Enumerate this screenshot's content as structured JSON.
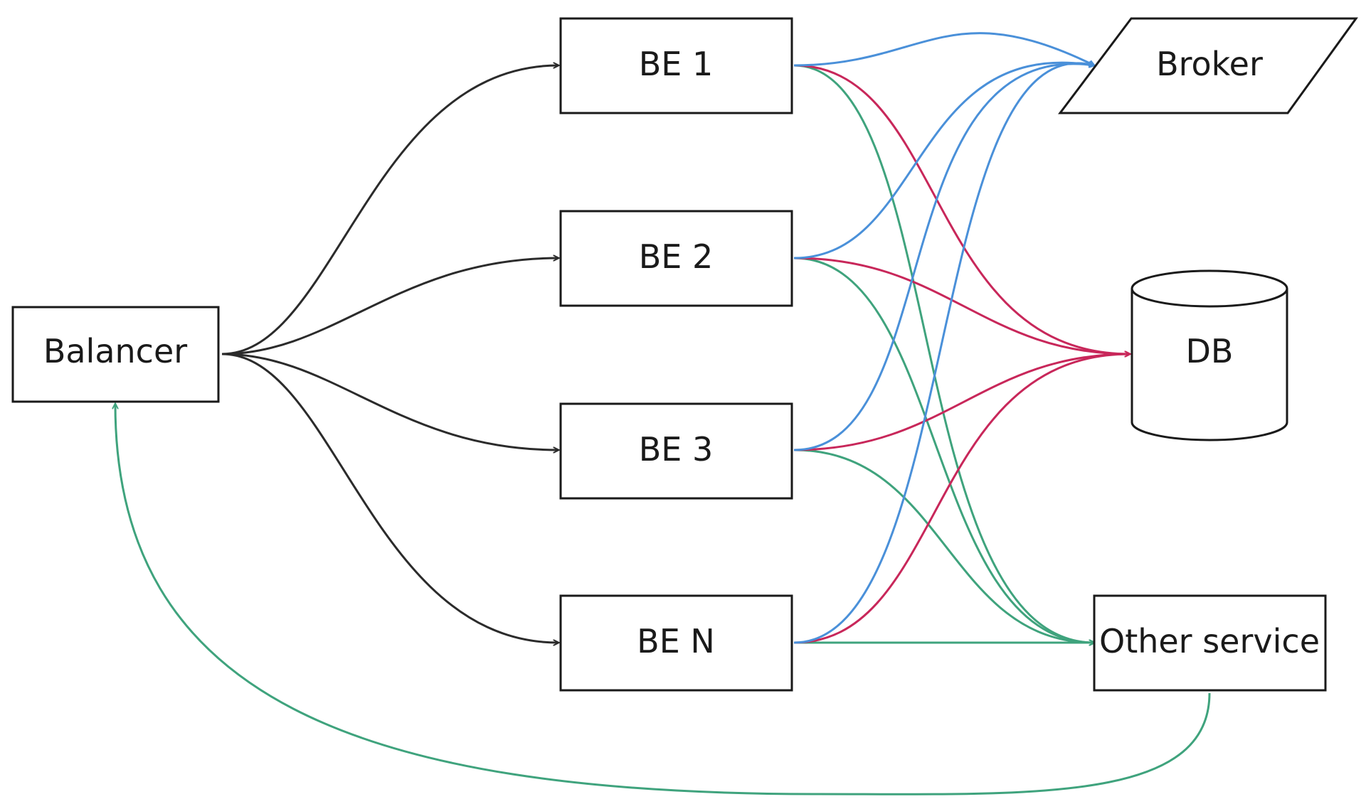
{
  "diagram": {
    "nodes": [
      {
        "id": "balancer",
        "label": "Balancer",
        "shape": "rect"
      },
      {
        "id": "be1",
        "label": "BE 1",
        "shape": "rect"
      },
      {
        "id": "be2",
        "label": "BE 2",
        "shape": "rect"
      },
      {
        "id": "be3",
        "label": "BE 3",
        "shape": "rect"
      },
      {
        "id": "ben",
        "label": "BE N",
        "shape": "rect"
      },
      {
        "id": "broker",
        "label": "Broker",
        "shape": "parallelogram"
      },
      {
        "id": "db",
        "label": "DB",
        "shape": "cylinder"
      },
      {
        "id": "other",
        "label": "Other service",
        "shape": "rect"
      }
    ],
    "edge_colors": {
      "balancer_to_be": "#2b2b2b",
      "to_broker": "#4a90d9",
      "to_db": "#c8275a",
      "to_other_service": "#3fa37d"
    },
    "edges": [
      {
        "from": "balancer",
        "to": "be1",
        "color": "balancer_to_be"
      },
      {
        "from": "balancer",
        "to": "be2",
        "color": "balancer_to_be"
      },
      {
        "from": "balancer",
        "to": "be3",
        "color": "balancer_to_be"
      },
      {
        "from": "balancer",
        "to": "ben",
        "color": "balancer_to_be"
      },
      {
        "from": "be1",
        "to": "broker",
        "color": "to_broker"
      },
      {
        "from": "be2",
        "to": "broker",
        "color": "to_broker"
      },
      {
        "from": "be3",
        "to": "broker",
        "color": "to_broker"
      },
      {
        "from": "ben",
        "to": "broker",
        "color": "to_broker"
      },
      {
        "from": "be1",
        "to": "db",
        "color": "to_db"
      },
      {
        "from": "be2",
        "to": "db",
        "color": "to_db"
      },
      {
        "from": "be3",
        "to": "db",
        "color": "to_db"
      },
      {
        "from": "ben",
        "to": "db",
        "color": "to_db"
      },
      {
        "from": "be1",
        "to": "other",
        "color": "to_other_service"
      },
      {
        "from": "be2",
        "to": "other",
        "color": "to_other_service"
      },
      {
        "from": "be3",
        "to": "other",
        "color": "to_other_service"
      },
      {
        "from": "ben",
        "to": "other",
        "color": "to_other_service"
      },
      {
        "from": "other",
        "to": "balancer",
        "color": "to_other_service"
      }
    ]
  }
}
